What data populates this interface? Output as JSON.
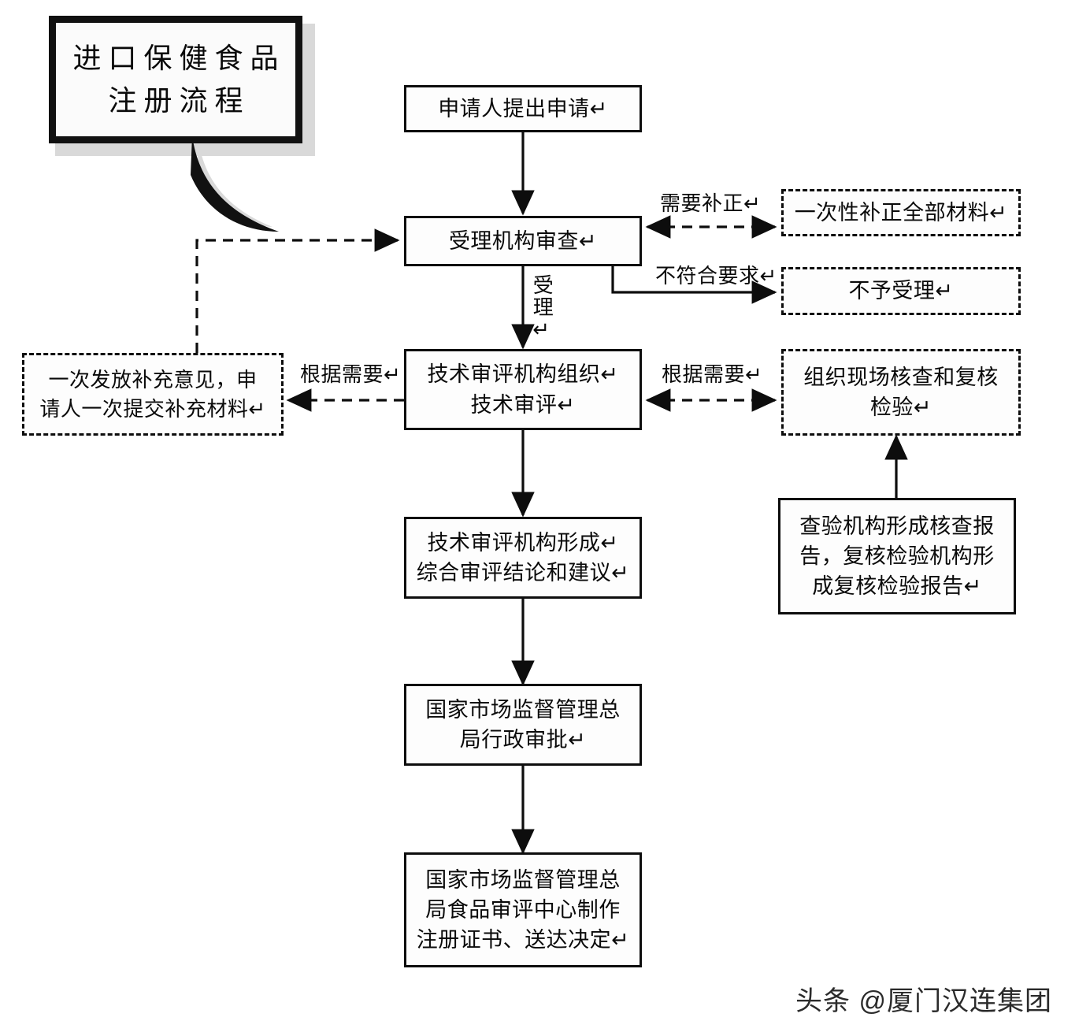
{
  "title_callout": {
    "line1": "进口保健食品",
    "line2": "注册流程"
  },
  "nodes": {
    "applicant_submit": "申请人提出申请↵",
    "acceptance_review": "受理机构审查↵",
    "supplement_all_materials": "一次性补正全部材料↵",
    "not_accepted": "不予受理↵",
    "supplement_opinion": "一次发放补充意见，申\n请人一次提交补充材料↵",
    "technical_review_org": "技术审评机构组织↵\n技术审评↵",
    "onsite_verification": "组织现场核查和复核\n检验↵",
    "verification_report": "查验机构形成核查报\n告，复核检验机构形\n成复核检验报告↵",
    "review_conclusion": "技术审评机构形成↵\n综合审评结论和建议↵",
    "administrative_approval": "国家市场监督管理总\n局行政审批↵",
    "certificate_issue": "国家市场监督管理总\n局食品审评中心制作\n注册证书、送达决定↵"
  },
  "edge_labels": {
    "need_supplement": "需要补正↵",
    "not_meeting_requirements": "不符合要求↵",
    "accepted": "受理↵",
    "as_needed_left": "根据需要↵",
    "as_needed_right": "根据需要↵"
  },
  "watermark": "头条 @厦门汉连集团",
  "colors": {
    "line": "#0d0d0d",
    "box_fill": "#fdfdfd",
    "text": "#0a0a0a",
    "callout_shadow": "#d9d9d9",
    "background": "#ffffff"
  }
}
